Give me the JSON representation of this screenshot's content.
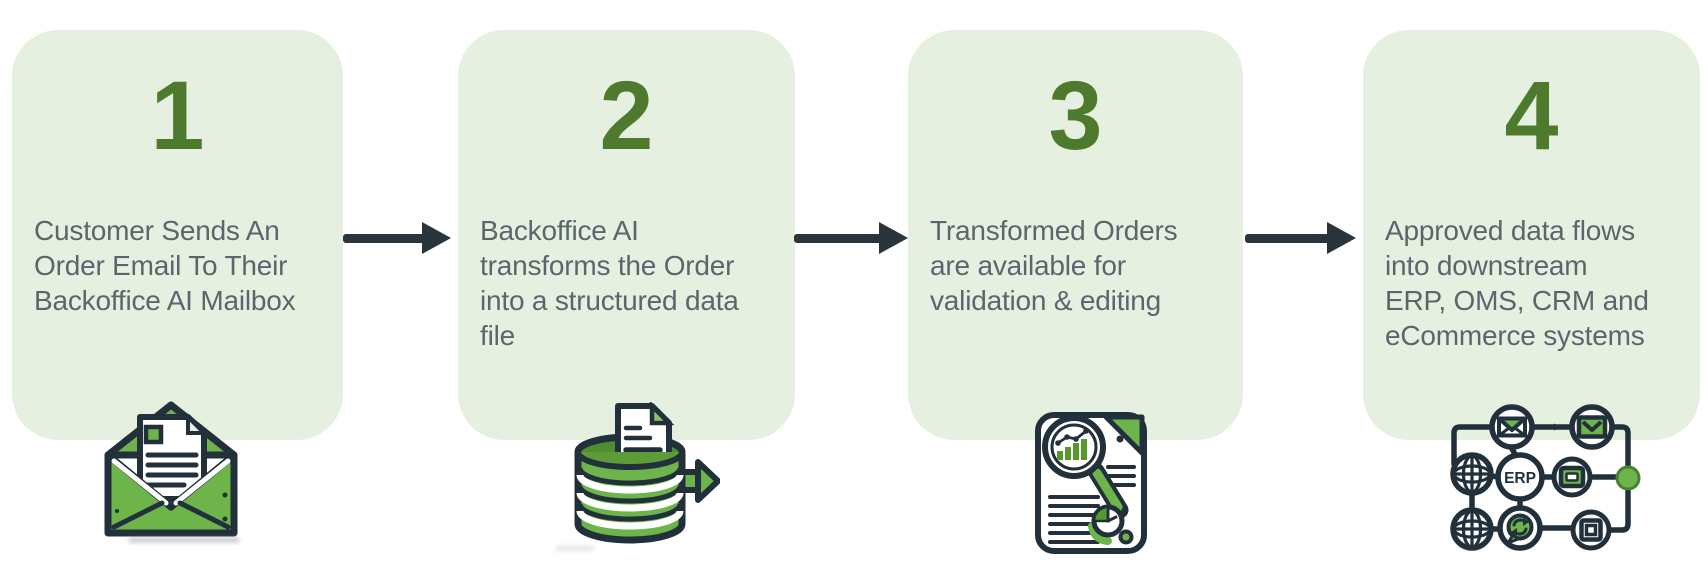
{
  "steps": [
    {
      "number": "1",
      "description": "Customer Sends An\nOrder Email To Their\nBackoffice AI Mailbox",
      "icon": "open-envelope-letter-icon"
    },
    {
      "number": "2",
      "description": "Backoffice AI\ntransforms the Order\ninto a structured data\nfile",
      "icon": "database-export-icon"
    },
    {
      "number": "3",
      "description": "Transformed Orders\nare available for\nvalidation & editing",
      "icon": "report-magnifier-chart-icon"
    },
    {
      "number": "4",
      "description": "Approved data flows\ninto downstream\nERP, OMS, CRM and\neCommerce systems",
      "icon": "integration-network-icon"
    }
  ],
  "connectors": {
    "count": 3,
    "direction": "right"
  },
  "icon_labels": {
    "erp": "ERP"
  },
  "colors": {
    "card_background": "#e6f0e1",
    "step_number": "#4d7a2c",
    "description_text": "#5b666c",
    "arrow": "#2a343b",
    "icon_outline": "#22303c",
    "icon_green": "#6db44a",
    "icon_green_dark": "#4f8f2f"
  }
}
